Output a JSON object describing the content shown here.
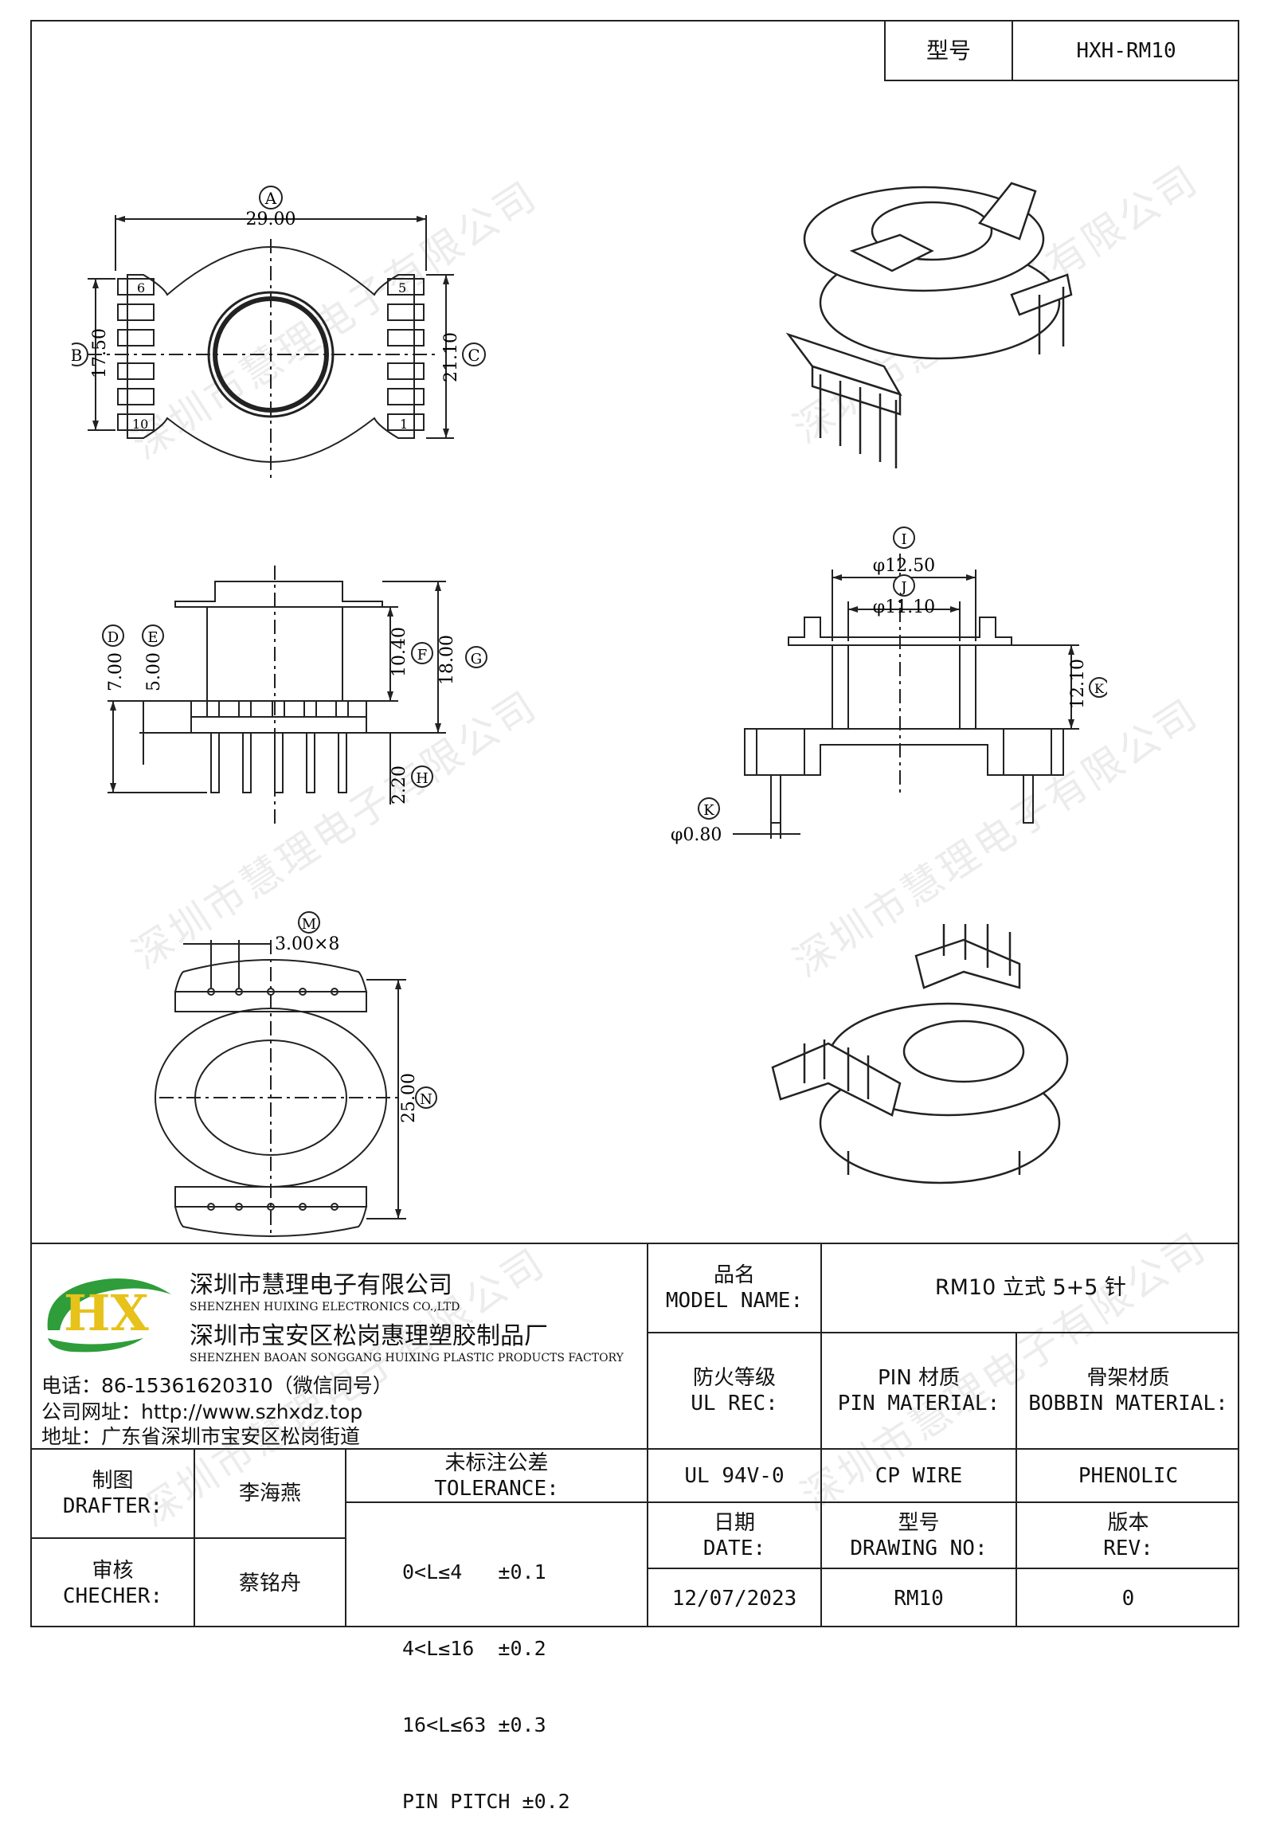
{
  "header": {
    "model_label": "型号",
    "model_value": "HXH-RM10"
  },
  "watermark": "深圳市慧理电子有限公司",
  "dims": {
    "A": "A",
    "A_val": "29.00",
    "B": "B",
    "B_val": "17.50",
    "C": "C",
    "C_val": "21.10",
    "D": "D",
    "D_val": "7.00",
    "E": "E",
    "E_val": "5.00",
    "F": "F",
    "F_val": "10.40",
    "G": "G",
    "G_val": "18.00",
    "H": "H",
    "H_val": "2.20",
    "I": "I",
    "I_val": "φ12.50",
    "J": "J",
    "J_val": "φ11.10",
    "K": "K",
    "K_val": "12.10",
    "K2": "K",
    "K2_val": "φ0.80",
    "M": "M",
    "M_val": "3.00×8",
    "N": "N",
    "N_val": "25.00",
    "pin_top_left": "6",
    "pin_top_right": "5",
    "pin_bot_left": "10",
    "pin_bot_right": "1"
  },
  "company": {
    "name_cn": "深圳市慧理电子有限公司",
    "name_en": "SHENZHEN HUIXING ELECTRONICS CO.,LTD",
    "factory_cn": "深圳市宝安区松岗惠理塑胶制品厂",
    "factory_en": "SHENZHEN BAOAN SONGGANG HUIXING PLASTIC PRODUCTS FACTORY",
    "phone": "电话：86-15361620310（微信同号）",
    "website": "公司网址：http://www.szhxdz.top",
    "address": "地址：广东省深圳市宝安区松岗街道",
    "logo_letters": "HX"
  },
  "title_block": {
    "model_name_cn": "品名",
    "model_name_en": "MODEL NAME:",
    "model_name_value": "RM10 立式 5+5 针",
    "ul_cn": "防火等级",
    "ul_en": "UL REC:",
    "pin_mat_cn": "PIN 材质",
    "pin_mat_en": "PIN MATERIAL:",
    "bobbin_mat_cn": "骨架材质",
    "bobbin_mat_en": "BOBBIN MATERIAL:",
    "ul_value": "UL 94V-0",
    "pin_mat_value": "CP WIRE",
    "bobbin_mat_value": "PHENOLIC",
    "drafter_cn": "制图",
    "drafter_en": "DRAFTER:",
    "drafter_name": "李海燕",
    "checker_cn": "审核",
    "checker_en": "CHECHER:",
    "checker_name": "蔡铭舟",
    "tolerance_cn": "未标注公差",
    "tolerance_en": "TOLERANCE:",
    "tol_1": "0<L≤4   ±0.1",
    "tol_2": "4<L≤16  ±0.2",
    "tol_3": "16<L≤63 ±0.3",
    "tol_4": "PIN PITCH ±0.2",
    "date_cn": "日期",
    "date_en": "DATE:",
    "date_value": "12/07/2023",
    "drawing_no_cn": "型号",
    "drawing_no_en": "DRAWING NO:",
    "drawing_no_value": "RM10",
    "rev_cn": "版本",
    "rev_en": "REV:",
    "rev_value": "0"
  }
}
